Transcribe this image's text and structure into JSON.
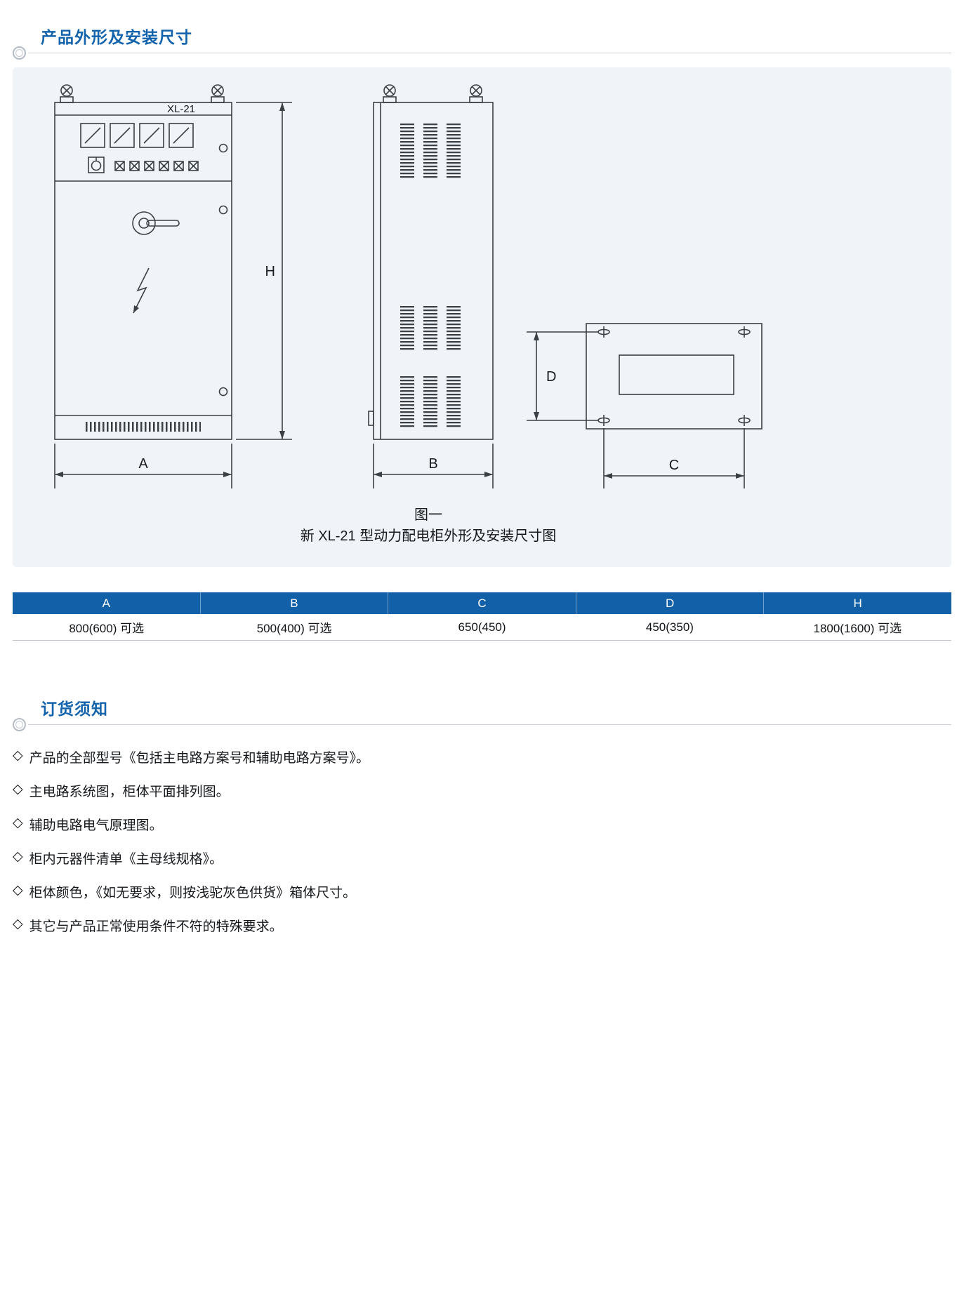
{
  "sections": {
    "dimensions_title": "产品外形及安装尺寸",
    "ordering_title": "订货须知"
  },
  "drawing": {
    "cabinet_model": "XL-21",
    "dim_labels": {
      "A": "A",
      "B": "B",
      "C": "C",
      "D": "D",
      "H": "H"
    },
    "figure_no": "图一",
    "figure_caption": "新 XL-21 型动力配电柜外形及安装尺寸图"
  },
  "dimension_table": {
    "headers": [
      "A",
      "B",
      "C",
      "D",
      "H"
    ],
    "values": [
      "800(600) 可选",
      "500(400) 可选",
      "650(450)",
      "450(350)",
      "1800(1600) 可选"
    ]
  },
  "order_notes": {
    "bullet": "◇",
    "items": [
      "产品的全部型号《包括主电路方案号和辅助电路方案号》。",
      "主电路系统图，柜体平面排列图。",
      "辅助电路电气原理图。",
      "柜内元器件清单《主母线规格》。",
      "柜体颜色，《如无要求，则按浅驼灰色供货》箱体尺寸。",
      "其它与产品正常使用条件不符的特殊要求。"
    ]
  },
  "colors": {
    "accent_blue": "#1263ac",
    "table_header_bg": "#1160a8",
    "panel_bg": "#f0f3f7",
    "line_color": "#3a4045"
  }
}
